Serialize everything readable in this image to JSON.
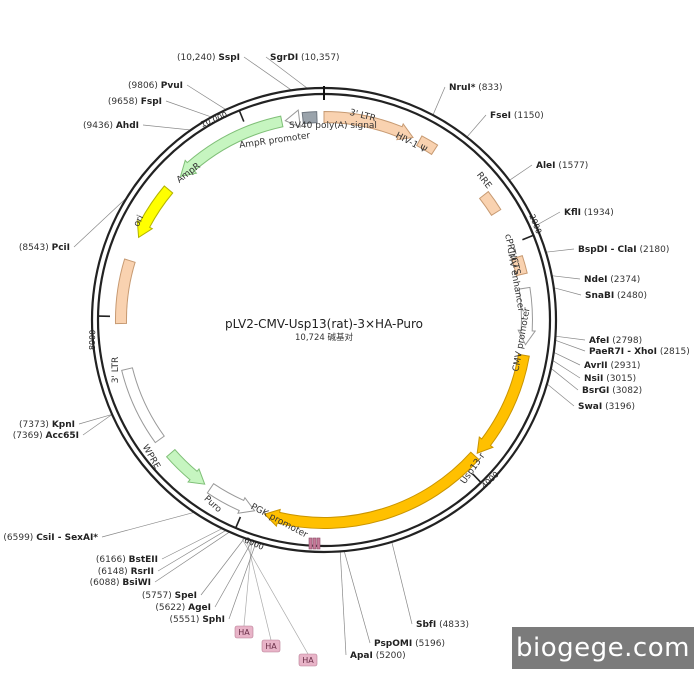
{
  "plasmid": {
    "name": "pLV2-CMV-Usp13(rat)-3×HA-Puro",
    "size": "10,724 碱基对",
    "length": 10724
  },
  "ticks": [
    "2000",
    "4000",
    "6000",
    "8000",
    "10,000"
  ],
  "features": [
    {
      "name": "3' LTR",
      "color": "#f9d2b0",
      "stroke": "#c79a72"
    },
    {
      "name": "HIV-1 Ψ",
      "color": "#f9d2b0",
      "stroke": "#c79a72"
    },
    {
      "name": "RRE",
      "color": "#f9d2b0",
      "stroke": "#c79a72"
    },
    {
      "name": "cPPT/CTS",
      "color": "#f9d2b0",
      "stroke": "#c79a72"
    },
    {
      "name": "CMV enhancer",
      "color": "#ffffff",
      "stroke": "#999999"
    },
    {
      "name": "CMV promoter",
      "color": "#ffc000",
      "stroke": "#c99400"
    },
    {
      "name": "Usp13-r",
      "color": "#ffc000",
      "stroke": "#c99400"
    },
    {
      "name": "PGK promoter",
      "color": "#ffffff",
      "stroke": "#999999"
    },
    {
      "name": "Puro",
      "color": "#c6f5c0",
      "stroke": "#7fbf77"
    },
    {
      "name": "WPRE",
      "color": "#ffffff",
      "stroke": "#999999"
    },
    {
      "name": "3' LTR",
      "color": "#f9d2b0",
      "stroke": "#c79a72"
    },
    {
      "name": "ori",
      "color": "#ffff00",
      "stroke": "#b3b300"
    },
    {
      "name": "AmpR",
      "color": "#c6f5c0",
      "stroke": "#7fbf77"
    },
    {
      "name": "AmpR promoter",
      "color": "#ffffff",
      "stroke": "#999999"
    },
    {
      "name": "SV40 poly(A) signal",
      "color": "#9aa3ab",
      "stroke": "#6f7780"
    }
  ],
  "tags": [
    "HA",
    "HA",
    "HA"
  ],
  "sites": [
    {
      "name": "SspI",
      "pos": "(10,240)"
    },
    {
      "name": "SgrDI",
      "pos": "(10,357)"
    },
    {
      "name": "PvuI",
      "pos": "(9806)"
    },
    {
      "name": "FspI",
      "pos": "(9658)"
    },
    {
      "name": "AhdI",
      "pos": "(9436)"
    },
    {
      "name": "PciI",
      "pos": "(8543)"
    },
    {
      "name": "KpnI",
      "pos": "(7373)"
    },
    {
      "name": "Acc65I",
      "pos": "(7369)"
    },
    {
      "name": "CsiI - SexAI*",
      "pos": "(6599)"
    },
    {
      "name": "BstEII",
      "pos": "(6166)"
    },
    {
      "name": "RsrII",
      "pos": "(6148)"
    },
    {
      "name": "BsiWI",
      "pos": "(6088)"
    },
    {
      "name": "SpeI",
      "pos": "(5757)"
    },
    {
      "name": "AgeI",
      "pos": "(5622)"
    },
    {
      "name": "SphI",
      "pos": "(5551)"
    },
    {
      "name": "NruI*",
      "pos": "(833)"
    },
    {
      "name": "FseI",
      "pos": "(1150)"
    },
    {
      "name": "AleI",
      "pos": "(1577)"
    },
    {
      "name": "KflI",
      "pos": "(1934)"
    },
    {
      "name": "BspDI - ClaI",
      "pos": "(2180)"
    },
    {
      "name": "NdeI",
      "pos": "(2374)"
    },
    {
      "name": "SnaBI",
      "pos": "(2480)"
    },
    {
      "name": "AfeI",
      "pos": "(2798)"
    },
    {
      "name": "PaeR7I - XhoI",
      "pos": "(2815)"
    },
    {
      "name": "AvrII",
      "pos": "(2931)"
    },
    {
      "name": "NsiI",
      "pos": "(3015)"
    },
    {
      "name": "BsrGI",
      "pos": "(3082)"
    },
    {
      "name": "SwaI",
      "pos": "(3196)"
    },
    {
      "name": "SbfI",
      "pos": "(4833)"
    },
    {
      "name": "PspOMI",
      "pos": "(5196)"
    },
    {
      "name": "ApaI",
      "pos": "(5200)"
    }
  ],
  "watermark": "biogege.com"
}
